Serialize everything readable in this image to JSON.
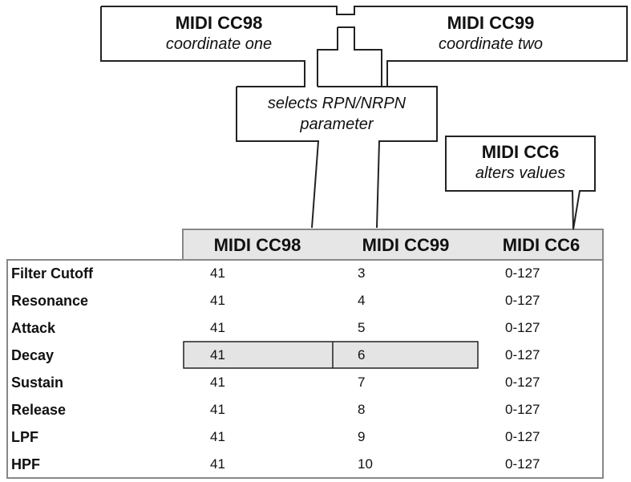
{
  "callouts": {
    "cc98": {
      "title": "MIDI CC98",
      "subtitle": "coordinate one"
    },
    "cc99": {
      "title": "MIDI CC99",
      "subtitle": "coordinate two"
    },
    "selects": {
      "line1": "selects RPN/NRPN",
      "line2": "parameter"
    },
    "cc6": {
      "title": "MIDI CC6",
      "subtitle": "alters values"
    }
  },
  "table": {
    "headers": [
      "MIDI CC98",
      "MIDI CC99",
      "MIDI CC6"
    ],
    "rows": [
      {
        "name": "Filter Cutoff",
        "cc98": "41",
        "cc99": "3",
        "cc6": "0-127"
      },
      {
        "name": "Resonance",
        "cc98": "41",
        "cc99": "4",
        "cc6": "0-127"
      },
      {
        "name": "Attack",
        "cc98": "41",
        "cc99": "5",
        "cc6": "0-127"
      },
      {
        "name": "Decay",
        "cc98": "41",
        "cc99": "6",
        "cc6": "0-127"
      },
      {
        "name": "Sustain",
        "cc98": "41",
        "cc99": "7",
        "cc6": "0-127"
      },
      {
        "name": "Release",
        "cc98": "41",
        "cc99": "8",
        "cc6": "0-127"
      },
      {
        "name": "LPF",
        "cc98": "41",
        "cc99": "9",
        "cc6": "0-127"
      },
      {
        "name": "HPF",
        "cc98": "41",
        "cc99": "10",
        "cc6": "0-127"
      }
    ],
    "highlight_row": "Decay"
  }
}
